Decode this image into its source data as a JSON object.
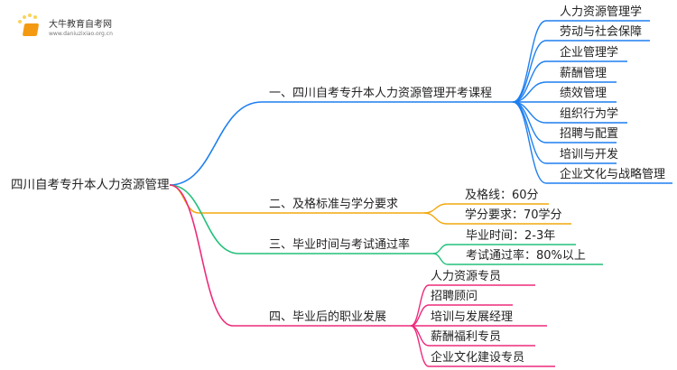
{
  "logo": {
    "name": "大牛教育自考网",
    "url": "www.daniuzixiao.org.cn"
  },
  "root": "四川自考专升本人力资源管理",
  "branches": [
    {
      "label": "一、四川自考专升本人力资源管理开考课程",
      "color": "#1e7ff0",
      "children": [
        "人力资源管理学",
        "劳动与社会保障",
        "企业管理学",
        "薪酬管理",
        "绩效管理",
        "组织行为学",
        "招聘与配置",
        "培训与开发",
        "企业文化与战略管理"
      ]
    },
    {
      "label": "二、及格标准与学分要求",
      "color": "#f2a80f",
      "children": [
        "及格线：60分",
        "学分要求：70学分"
      ]
    },
    {
      "label": "三、毕业时间与考试通过率",
      "color": "#22c07a",
      "children": [
        "毕业时间：2-3年",
        "考试通过率：80%以上"
      ]
    },
    {
      "label": "四、毕业后的职业发展",
      "color": "#ee2a7b",
      "children": [
        "人力资源专员",
        "招聘顾问",
        "培训与发展经理",
        "薪酬福利专员",
        "企业文化建设专员"
      ]
    }
  ]
}
